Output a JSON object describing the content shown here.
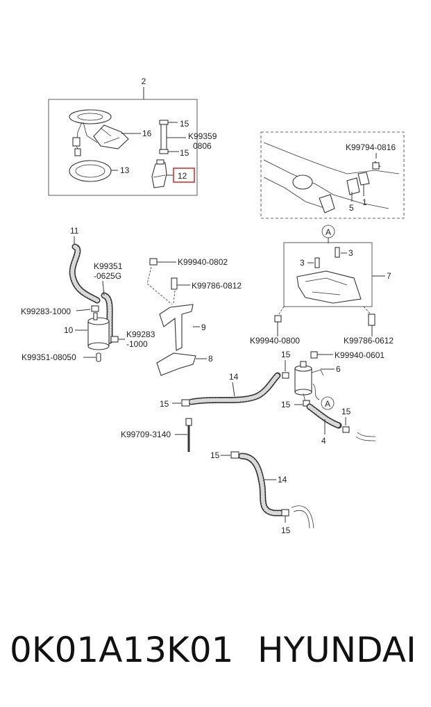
{
  "labels": {
    "n2": "2",
    "n16": "16",
    "n15a": "15",
    "k99359": "K99359",
    "k99359b": "0806",
    "n15b": "15",
    "n13": "13",
    "n12": "12",
    "k99794": "K99794-0816",
    "n5": "5",
    "n1": "1",
    "nA1": "A",
    "n3a": "3",
    "n3b": "3",
    "n7": "7",
    "k99940_0800": "K99940-0800",
    "k99786_0612": "K99786-0612",
    "n11": "11",
    "k99351a": "K99351",
    "k99351b": "-0625G",
    "k99283_1000": "K99283-1000",
    "n10": "10",
    "k99283b1": "K99283",
    "k99283b2": "-1000",
    "k99351_08050": "K99351-08050",
    "k99940_0802": "K99940-0802",
    "k99786_0812": "K99786-0812",
    "n9": "9",
    "n8": "8",
    "n15c": "15",
    "k99940_0601": "K99940-0601",
    "n6": "6",
    "n14a": "14",
    "n15d": "15",
    "n15e": "15",
    "nA2": "A",
    "n15f": "15",
    "n4": "4",
    "k99709": "K99709-3140",
    "n15g": "15",
    "n14b": "14",
    "n15h": "15"
  },
  "highlight": {
    "label": "12",
    "color": "#e03030"
  },
  "footer": {
    "part_number": "0K01A13K01",
    "brand": "HYUNDAI"
  }
}
